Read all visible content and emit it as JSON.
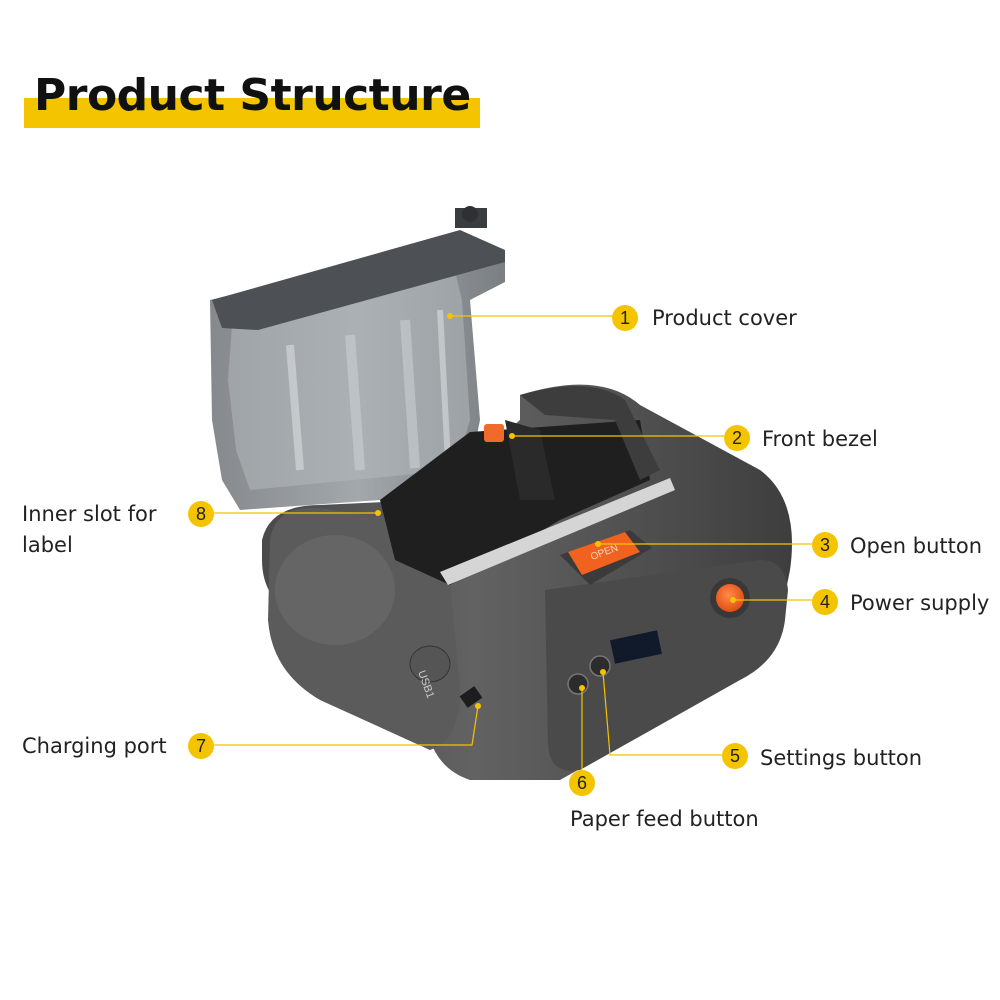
{
  "title": "Product Structure",
  "accent_color": "#f5c400",
  "callouts": [
    {
      "number": "1",
      "label": "Product cover"
    },
    {
      "number": "2",
      "label": "Front bezel"
    },
    {
      "number": "3",
      "label": "Open button"
    },
    {
      "number": "4",
      "label": "Power supply"
    },
    {
      "number": "5",
      "label": "Settings button"
    },
    {
      "number": "6",
      "label": "Paper feed button"
    },
    {
      "number": "7",
      "label": "Charging port"
    },
    {
      "number": "8",
      "label_line1": "Inner slot for",
      "label_line2": "label"
    }
  ],
  "device": {
    "open_button_text": "OPEN",
    "port_text": "USB1"
  }
}
